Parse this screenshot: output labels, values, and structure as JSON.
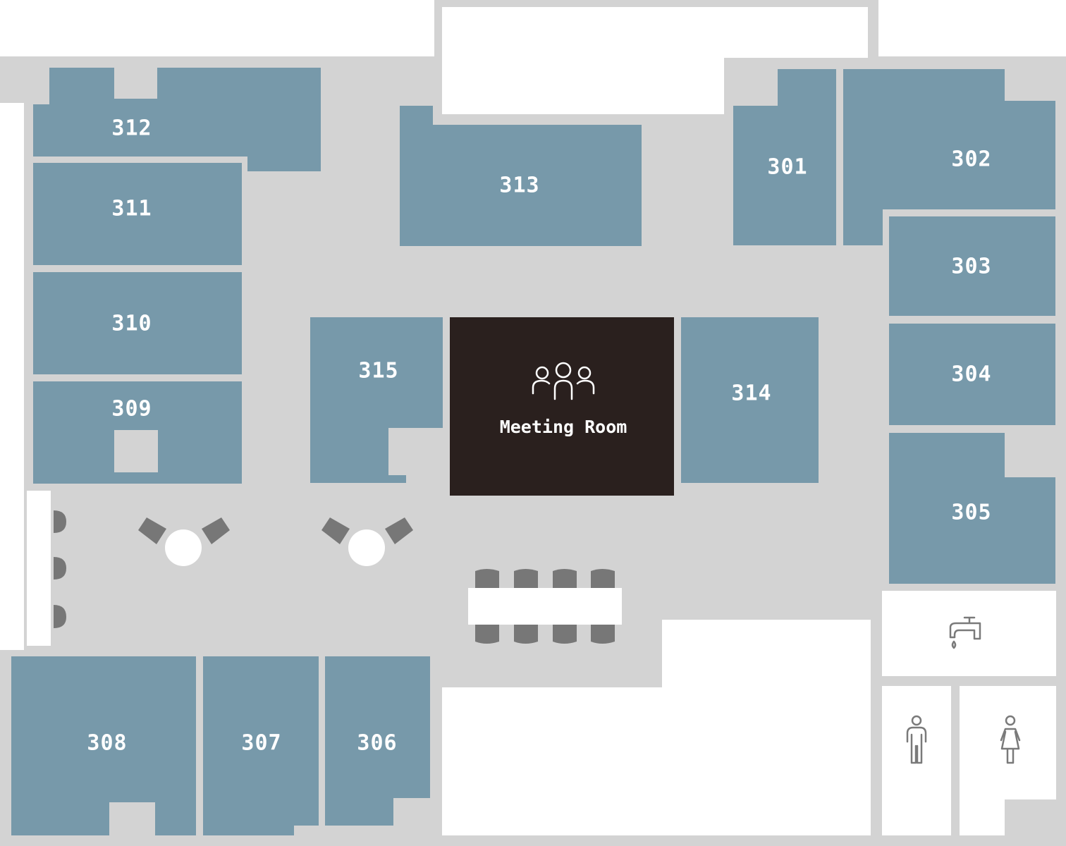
{
  "rooms": {
    "r301": "301",
    "r302": "302",
    "r303": "303",
    "r304": "304",
    "r305": "305",
    "r306": "306",
    "r307": "307",
    "r308": "308",
    "r309": "309",
    "r310": "310",
    "r311": "311",
    "r312": "312",
    "r313": "313",
    "r314": "314",
    "r315": "315"
  },
  "meeting_room": {
    "label": "Meeting Room",
    "icon": "people-group-icon"
  },
  "amenity_icons": {
    "water": "water-tap-icon",
    "mens": "male-restroom-icon",
    "womens": "female-restroom-icon"
  },
  "colors": {
    "floor": "#d3d3d3",
    "room": "#7799aa",
    "meeting_room": "#2a201e",
    "furniture": "#777777",
    "background": "#ffffff"
  }
}
